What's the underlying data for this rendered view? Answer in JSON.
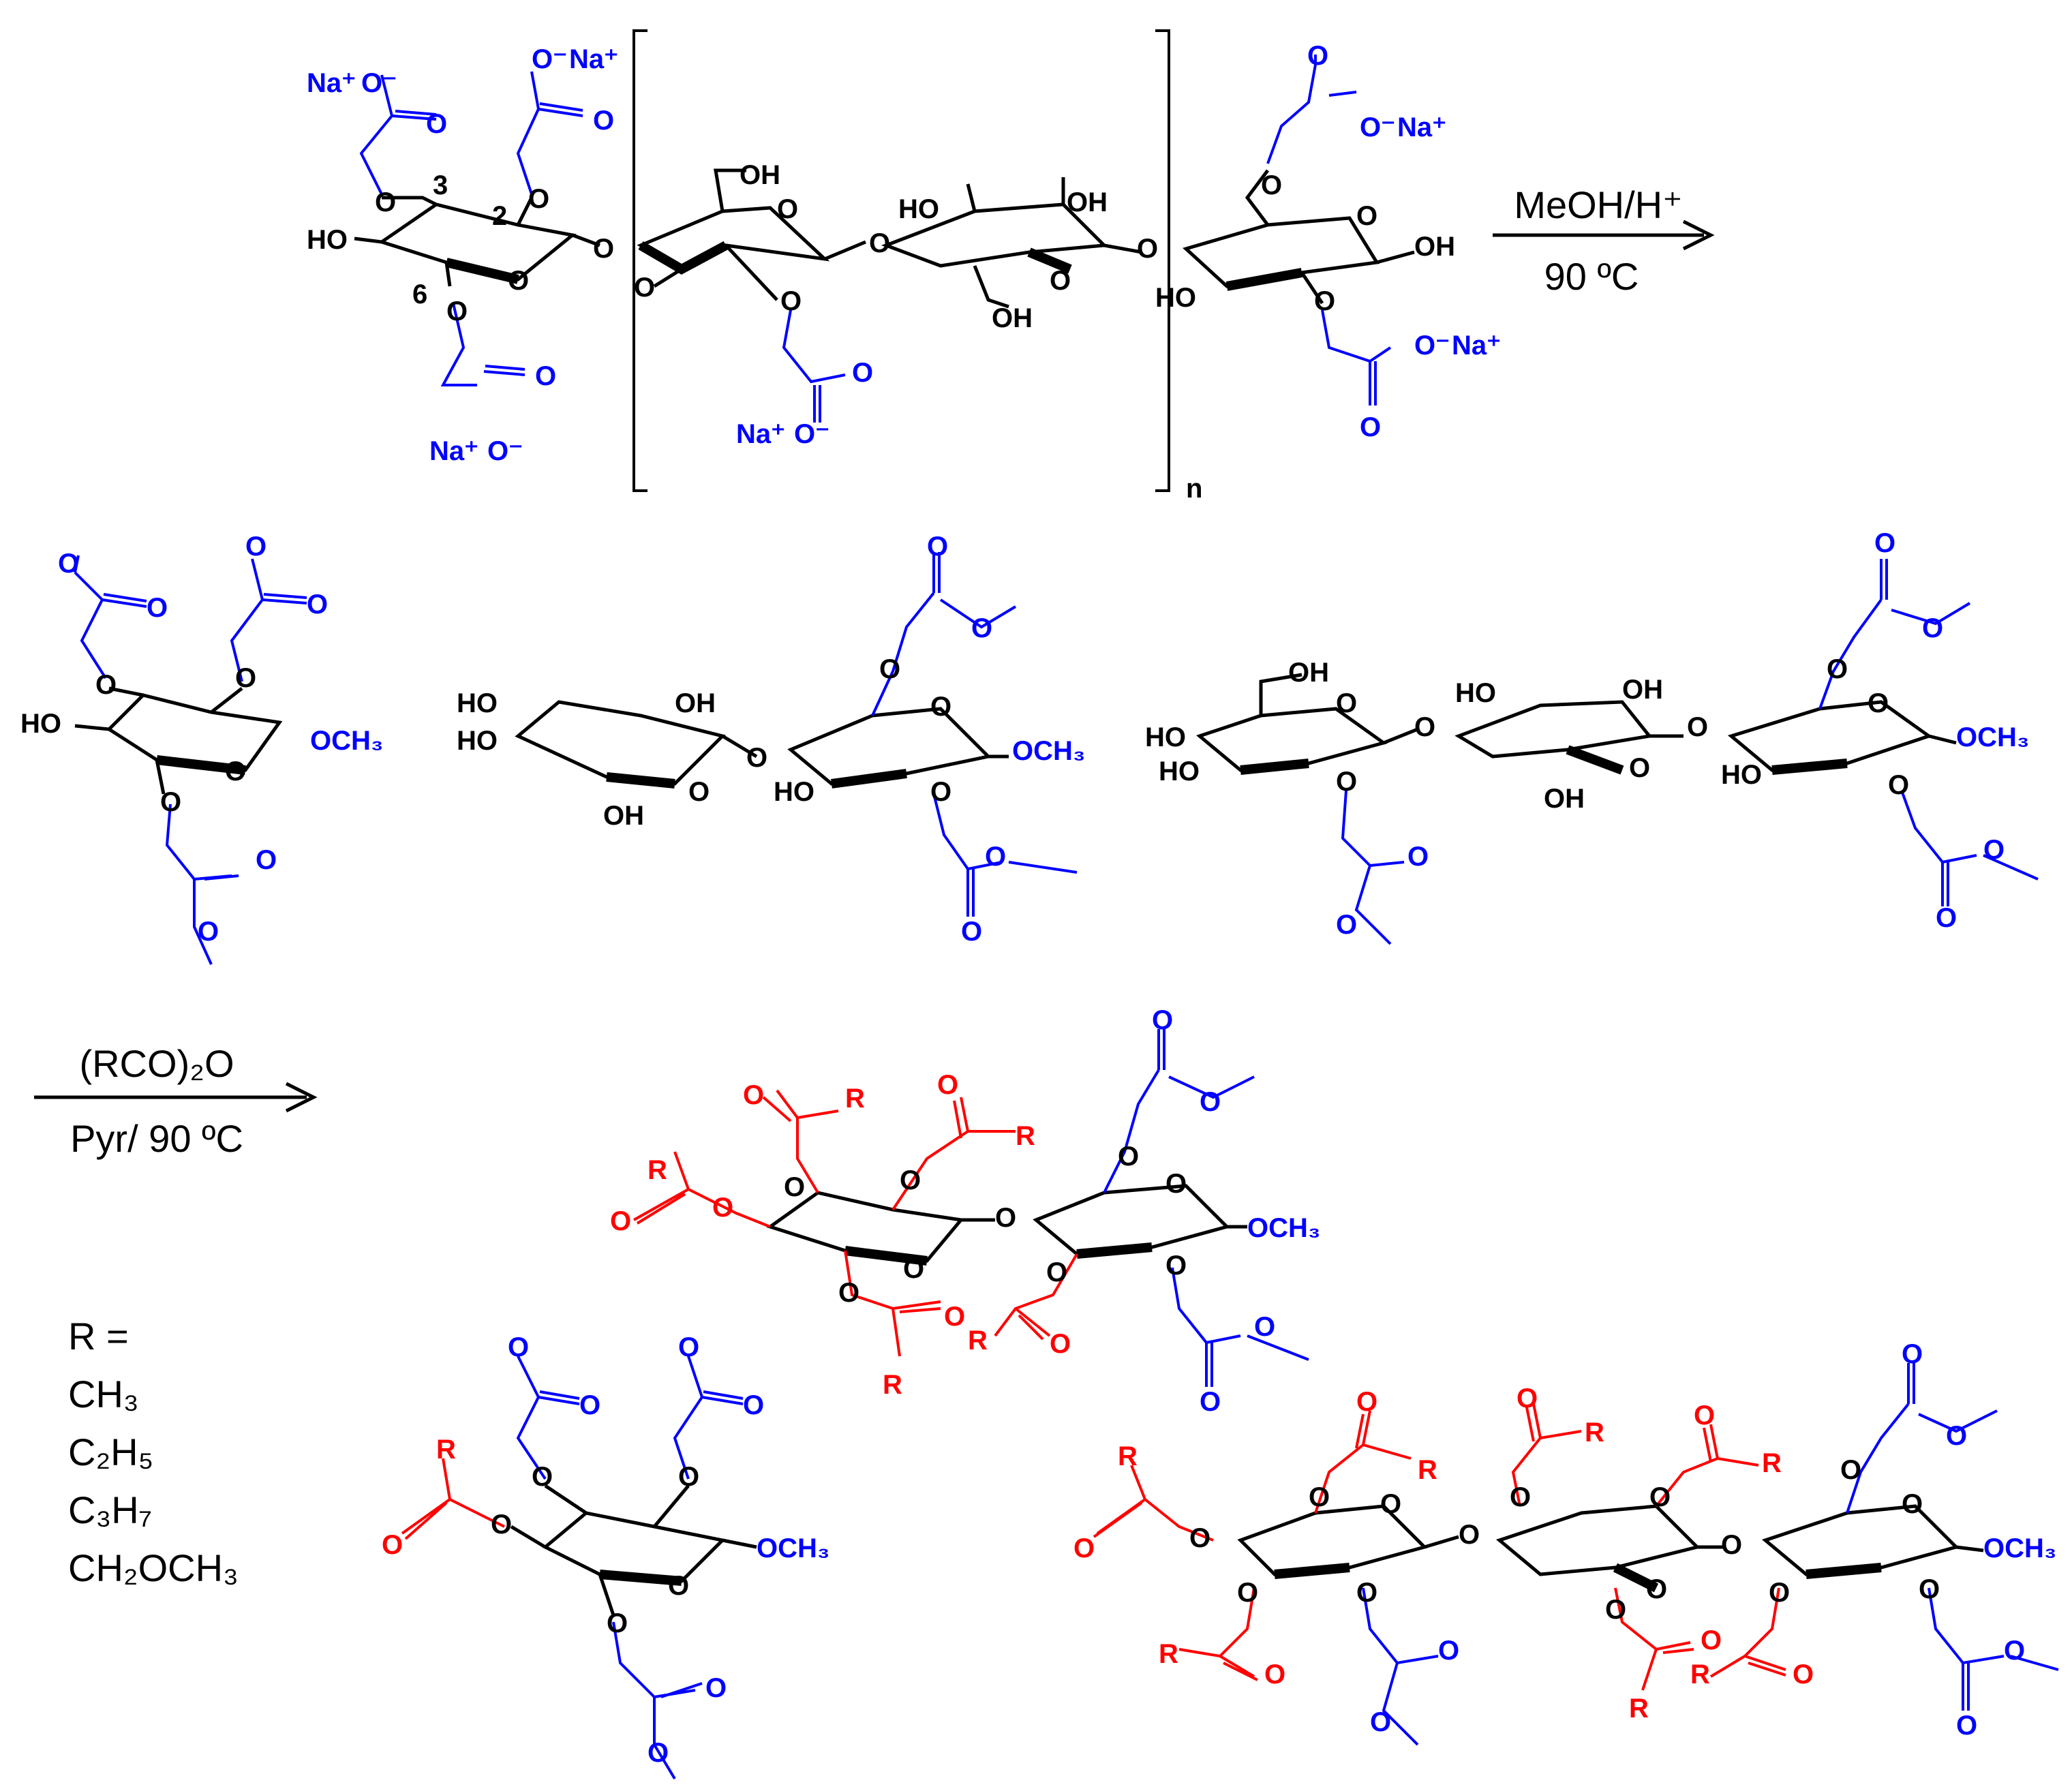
{
  "colors": {
    "core": "#000000",
    "carboxymethyl": "#0000ff",
    "acyl": "#ff0000"
  },
  "reaction1": {
    "line1": "MeOH/H⁺",
    "line2": "90 ºC"
  },
  "reaction2": {
    "line1": "(RCO)₂O",
    "line2": "Pyr/ 90 ºC"
  },
  "polymer": {
    "repeat_subscript": "n",
    "na_salt": "Na⁺",
    "carboxylate": "O⁻",
    "o": "O",
    "ho": "HO",
    "oh": "OH",
    "positions": [
      "3",
      "2",
      "6"
    ]
  },
  "products": {
    "methoxy": "OCH₃",
    "o": "O",
    "ho": "HO",
    "oh": "OH",
    "r": "R"
  },
  "r_groups": {
    "header": "R =",
    "items": [
      "CH₃",
      "C₂H₅",
      "C₃H₇",
      "CH₂OCH₃"
    ]
  }
}
